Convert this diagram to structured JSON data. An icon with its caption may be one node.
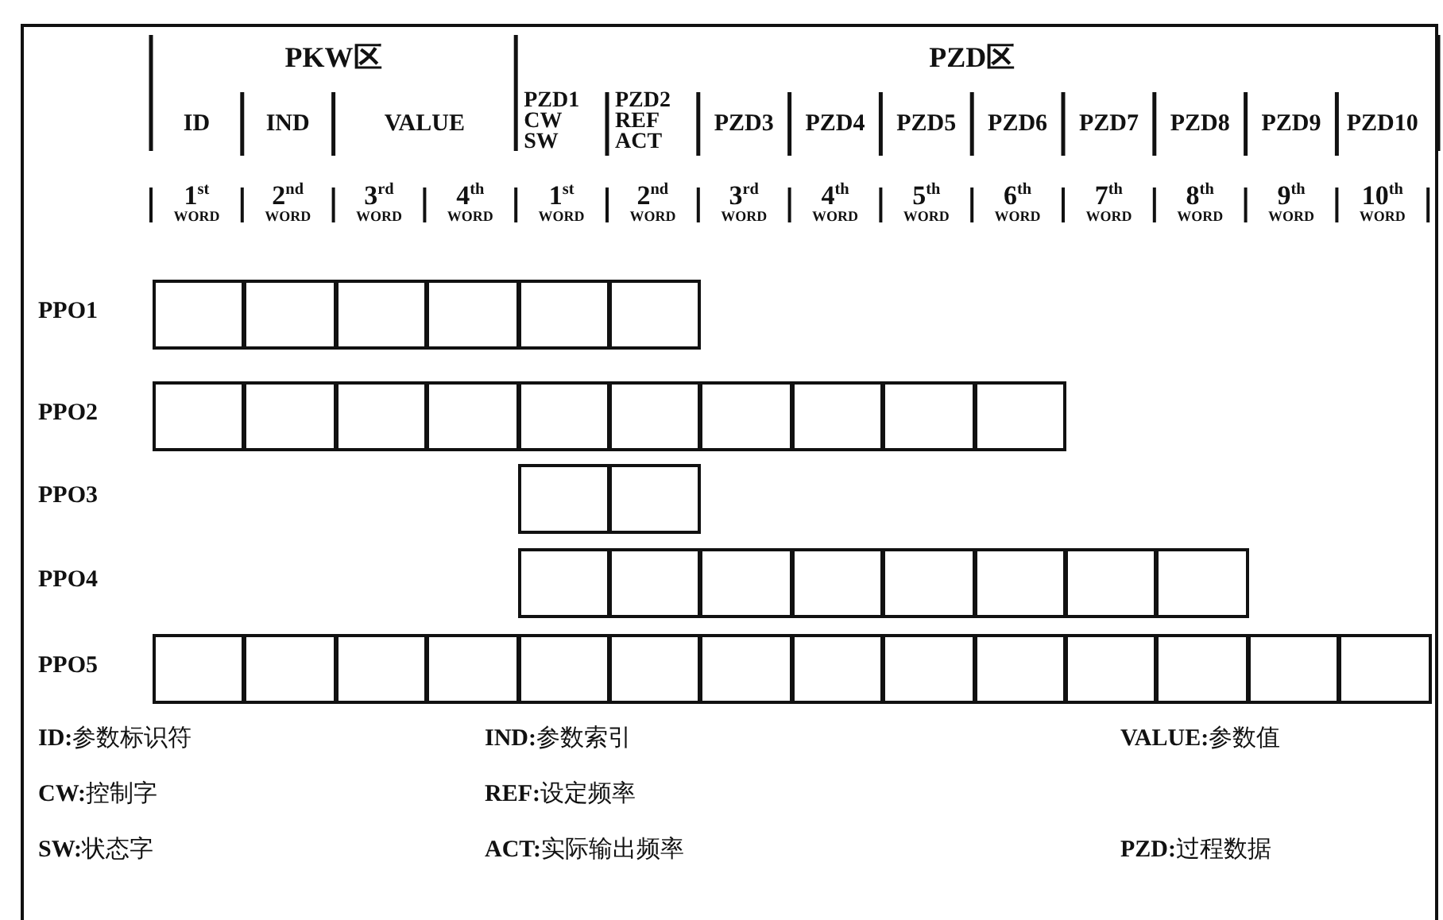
{
  "diagram": {
    "nodes": [
      {
        "text": [],
        "shape": "box"
      },
      {
        "text": [],
        "shape": "box"
      },
      {
        "text": [],
        "shape": "box"
      },
      {
        "text": [],
        "shape": "box"
      },
      {
        "text": [],
        "shape": "box"
      },
      {
        "text": [],
        "shape": "box"
      },
      {
        "text": [],
        "shape": "box"
      },
      {
        "text": [],
        "shape": "box"
      },
      {
        "text": [],
        "shape": "box"
      },
      {
        "text": [],
        "shape": "box"
      },
      {
        "text": [],
        "shape": "box"
      },
      {
        "text": [],
        "shape": "box"
      },
      {
        "text": [],
        "shape": "box"
      },
      {
        "text": [],
        "shape": "box"
      },
      {
        "text": [],
        "shape": "box"
      },
      {
        "text": [],
        "shape": "box"
      },
      {
        "text": [],
        "shape": "box"
      },
      {
        "text": [],
        "shape": "box"
      },
      {
        "text": [],
        "shape": "box"
      },
      {
        "text": [],
        "shape": "box"
      },
      {
        "text": [],
        "shape": "box"
      },
      {
        "text": [],
        "shape": "box"
      },
      {
        "text": [],
        "shape": "box"
      },
      {
        "text": [],
        "shape": "box"
      },
      {
        "text": [],
        "shape": "box"
      },
      {
        "text": [],
        "shape": "box"
      },
      {
        "text": [],
        "shape": "box"
      },
      {
        "text": [],
        "shape": "box"
      },
      {
        "text": [],
        "shape": "box"
      },
      {
        "text": [],
        "shape": "box"
      },
      {
        "text": [],
        "shape": "box"
      },
      {
        "text": [],
        "shape": "box"
      },
      {
        "text": [],
        "shape": "box"
      },
      {
        "text": [],
        "shape": "box"
      },
      {
        "text": [],
        "shape": "box"
      },
      {
        "text": [],
        "shape": "box"
      },
      {
        "text": [],
        "shape": "box"
      },
      {
        "text": [],
        "shape": "box"
      },
      {
        "text": [],
        "shape": "box"
      },
      {
        "text": [],
        "shape": "box"
      }
    ],
    "labels": [
      "PKW区",
      "PZD区",
      "ID",
      "IND",
      "VALUE",
      "PZD1 CW SW",
      "PZD2 REF ACT",
      "PZD3",
      "PZD4",
      "PZD5",
      "PZD6",
      "PZD7",
      "PZD8",
      "PZD9",
      "PZD10",
      "1$^{st}$",
      "WORD",
      "2$^{nd}$",
      "WORD",
      "3$^{rd}$",
      "WORD",
      "4$^{th}$",
      "WORD",
      "1$^{st}$",
      "WORD",
      "2$^{nd}$",
      "WORD",
      "3$^{rd}$",
      "WORD",
      "4$^{th}$",
      "WORD",
      "5$^{th}$",
      "WORD",
      "6$^{th}$",
      "WORD",
      "7$^{th}$",
      "WORD",
      "8$^{th}$",
      "WORD",
      "9$^{th}$",
      "WORD",
      "10$^{th}$",
      "WORD",
      "PPO1",
      "PPO2",
      "PPO3",
      "PPO4",
      "PPO5",
      "**ID:**参数标识符",
      "**IND:**参数索引",
      "**VALUE:**参数值",
      "**CW:**控制字",
      "**REF:**设定频率",
      "**SW:**状态字",
      "**ACT:**实际输出频率",
      "**PZD:**过程数据"
    ]
  }
}
